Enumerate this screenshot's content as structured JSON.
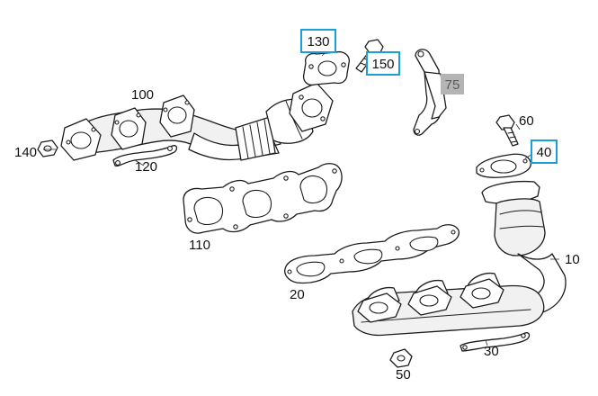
{
  "callouts": {
    "p10": "10",
    "p20": "20",
    "p30": "30",
    "p40": "40",
    "p50": "50",
    "p60": "60",
    "p75": "75",
    "p100": "100",
    "p110": "110",
    "p120": "120",
    "p130": "130",
    "p140": "140",
    "p150": "150"
  },
  "highlight_color": "#1aa0d8",
  "grey_label_color": "#b4b4b4"
}
